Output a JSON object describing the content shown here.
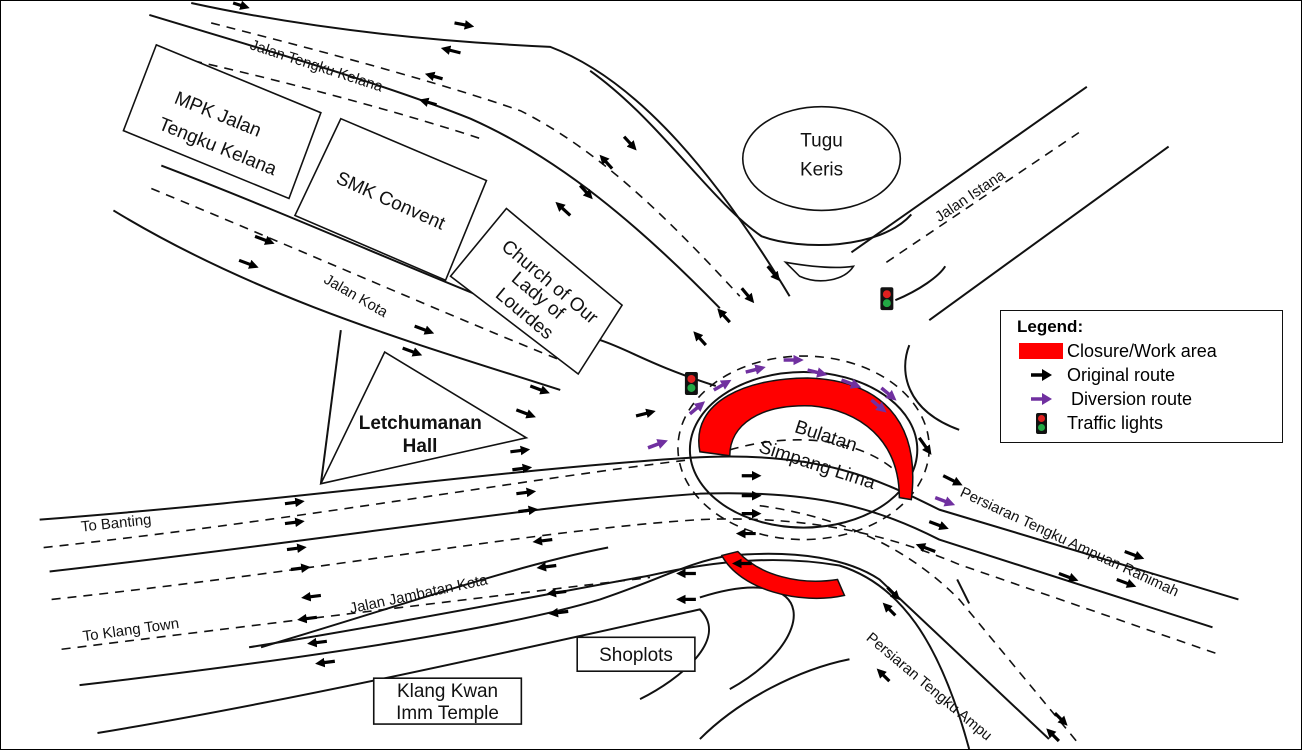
{
  "colors": {
    "closure": "#ff0000",
    "original_arrow": "#000000",
    "diversion_arrow": "#7030a0",
    "light_red": "#e02020",
    "light_green": "#22a844"
  },
  "roads": {
    "tengku_kelana": "Jalan Tengku Kelana",
    "kota": "Jalan Kota",
    "istana": "Jalan Istana",
    "to_banting": "To Banting",
    "to_klang_town": "To Klang Town",
    "jambatan_kota": "Jalan Jambatan Kota",
    "ampuan_rahimah": "Persiaran Tengku Ampuan Rahimah",
    "ampuan_south": "Persiaran Tengku Ampu"
  },
  "landmarks": {
    "mpk": [
      "MPK Jalan",
      "Tengku Kelana"
    ],
    "smk": "SMK Convent",
    "church": [
      "Church of Our",
      "Lady of",
      "Lourdes"
    ],
    "letchumanan": [
      "Letchumanan",
      "Hall"
    ],
    "tugu": [
      "Tugu",
      "Keris"
    ],
    "bulatan": [
      "Bulatan",
      "Simpang Lima"
    ],
    "shoplots": "Shoplots",
    "temple": [
      "Klang Kwan",
      "Imm Temple"
    ]
  },
  "legend": {
    "title": "Legend:",
    "items": [
      {
        "symbol": "closure",
        "label": "Closure/Work area"
      },
      {
        "symbol": "original-arrow",
        "label": "Original route"
      },
      {
        "symbol": "diversion-arrow",
        "label": "Diversion route"
      },
      {
        "symbol": "traffic-light",
        "label": "Traffic lights"
      }
    ]
  }
}
